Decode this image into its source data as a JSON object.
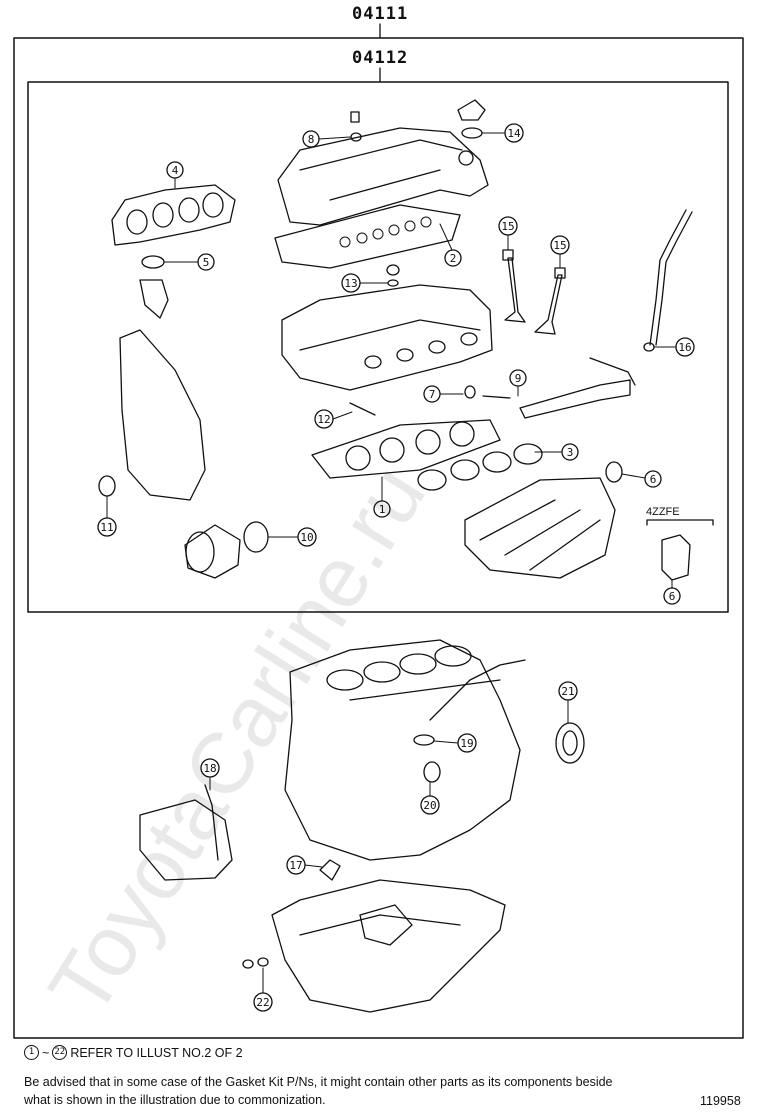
{
  "codes": {
    "outer": "04111",
    "inner": "04112"
  },
  "watermark": "ToyotaCarline.ru",
  "variant_label": "4ZZFE",
  "callouts": [
    {
      "n": "1"
    },
    {
      "n": "2"
    },
    {
      "n": "3"
    },
    {
      "n": "4"
    },
    {
      "n": "5"
    },
    {
      "n": "6"
    },
    {
      "n": "6"
    },
    {
      "n": "7"
    },
    {
      "n": "8"
    },
    {
      "n": "9"
    },
    {
      "n": "10"
    },
    {
      "n": "11"
    },
    {
      "n": "12"
    },
    {
      "n": "13"
    },
    {
      "n": "14"
    },
    {
      "n": "15"
    },
    {
      "n": "15"
    },
    {
      "n": "16"
    },
    {
      "n": "17"
    },
    {
      "n": "18"
    },
    {
      "n": "19"
    },
    {
      "n": "20"
    },
    {
      "n": "21"
    },
    {
      "n": "22"
    }
  ],
  "footer": {
    "ref_start": "1",
    "ref_tilde": "~",
    "ref_end": "22",
    "ref_text": "REFER TO ILLUST NO.2 OF 2",
    "notice": "Be advised that in some case of the Gasket Kit P/Ns,  it might contain other parts as its components beside what is shown in the illustration due to commonization.",
    "illustration_number": "119958"
  }
}
